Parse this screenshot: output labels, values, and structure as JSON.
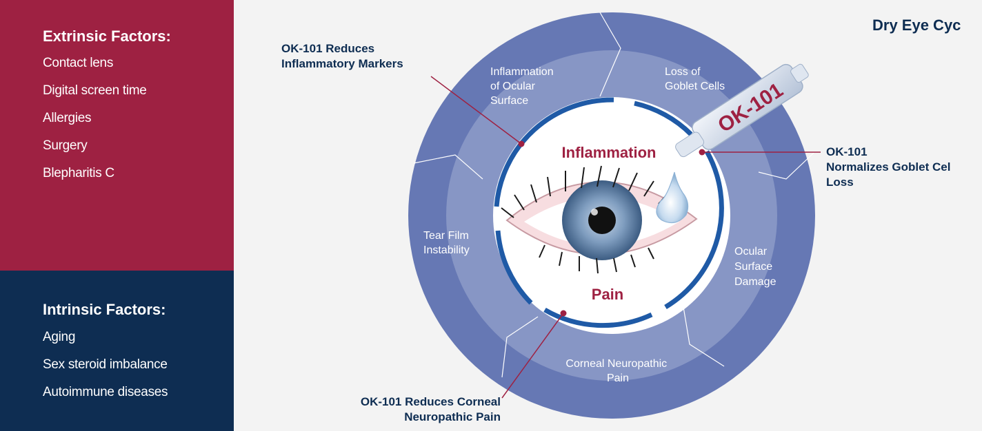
{
  "extrinsic": {
    "title": "Extrinsic Factors:",
    "items": [
      "Contact lens",
      "Digital screen time",
      "Allergies",
      "Surgery",
      "Blepharitis C"
    ]
  },
  "intrinsic": {
    "title": "Intrinsic Factors:",
    "items": [
      "Aging",
      "Sex steroid imbalance",
      "Autoimmune diseases"
    ]
  },
  "title": "Dry Eye Cyc",
  "cycle": {
    "segments": {
      "inflammation_surface": [
        "Inflammation",
        "of Ocular",
        "Surface"
      ],
      "goblet": [
        "Loss of",
        "Goblet Cells"
      ],
      "tear_film": [
        "Tear Film",
        "Instability"
      ],
      "ocular_damage": [
        "Ocular",
        "Surface",
        "Damage"
      ],
      "corneal_pain": [
        "Corneal Neuropathic",
        "Pain"
      ]
    },
    "center_top": "Inflammation",
    "center_bottom": "Pain"
  },
  "drug_label": "OK-101",
  "callouts": {
    "inflammatory": [
      "OK-101 Reduces",
      "Inflammatory Markers"
    ],
    "goblet": [
      "OK-101",
      "Normalizes Goblet Cel",
      "Loss"
    ],
    "corneal": [
      "OK-101 Reduces Corneal",
      "Neuropathic Pain"
    ]
  },
  "colors": {
    "extrinsic_bg": "#9e2142",
    "intrinsic_bg": "#0e2d52",
    "outer_ring": "#6678b4",
    "inner_ring": "#8796c5",
    "accent_blue": "#1f5aa6",
    "accent_red": "#9e2142"
  }
}
